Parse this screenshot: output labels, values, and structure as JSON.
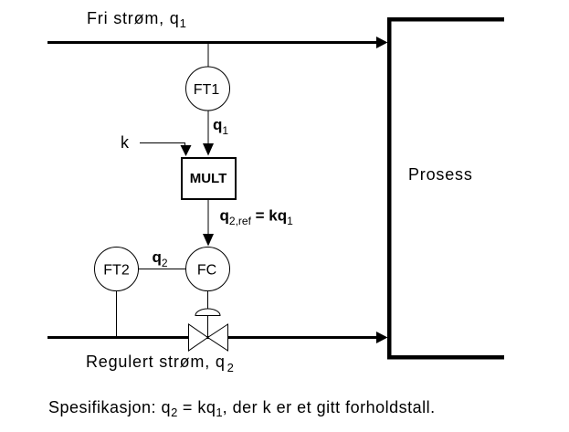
{
  "colors": {
    "ink": "#000000",
    "background": "#ffffff"
  },
  "diagram": {
    "top_flow_label": {
      "text": "Fri strøm, q",
      "sub": "1"
    },
    "ratio_factor_label": "k",
    "instruments": {
      "ft1": "FT1",
      "ft2": "FT2",
      "fc": "FC",
      "multiplier": "MULT"
    },
    "q1_signal_label": {
      "text": "q",
      "sub": "1"
    },
    "q2_signal_label": {
      "text": "q",
      "sub": "2"
    },
    "setpoint_label": {
      "lhs": "q",
      "lhs_sub": "2,ref",
      "rhs": " = kq",
      "rhs_sub": "1"
    },
    "process_label": "Prosess",
    "bottom_flow_label": {
      "text": "Regulert strøm, q",
      "sub": "2"
    },
    "caption": {
      "p1": "Spesifikasjon: q",
      "sub1": "2",
      "p2": " = kq",
      "sub2": "1",
      "p3": ", der k er et gitt forholdstall."
    }
  }
}
